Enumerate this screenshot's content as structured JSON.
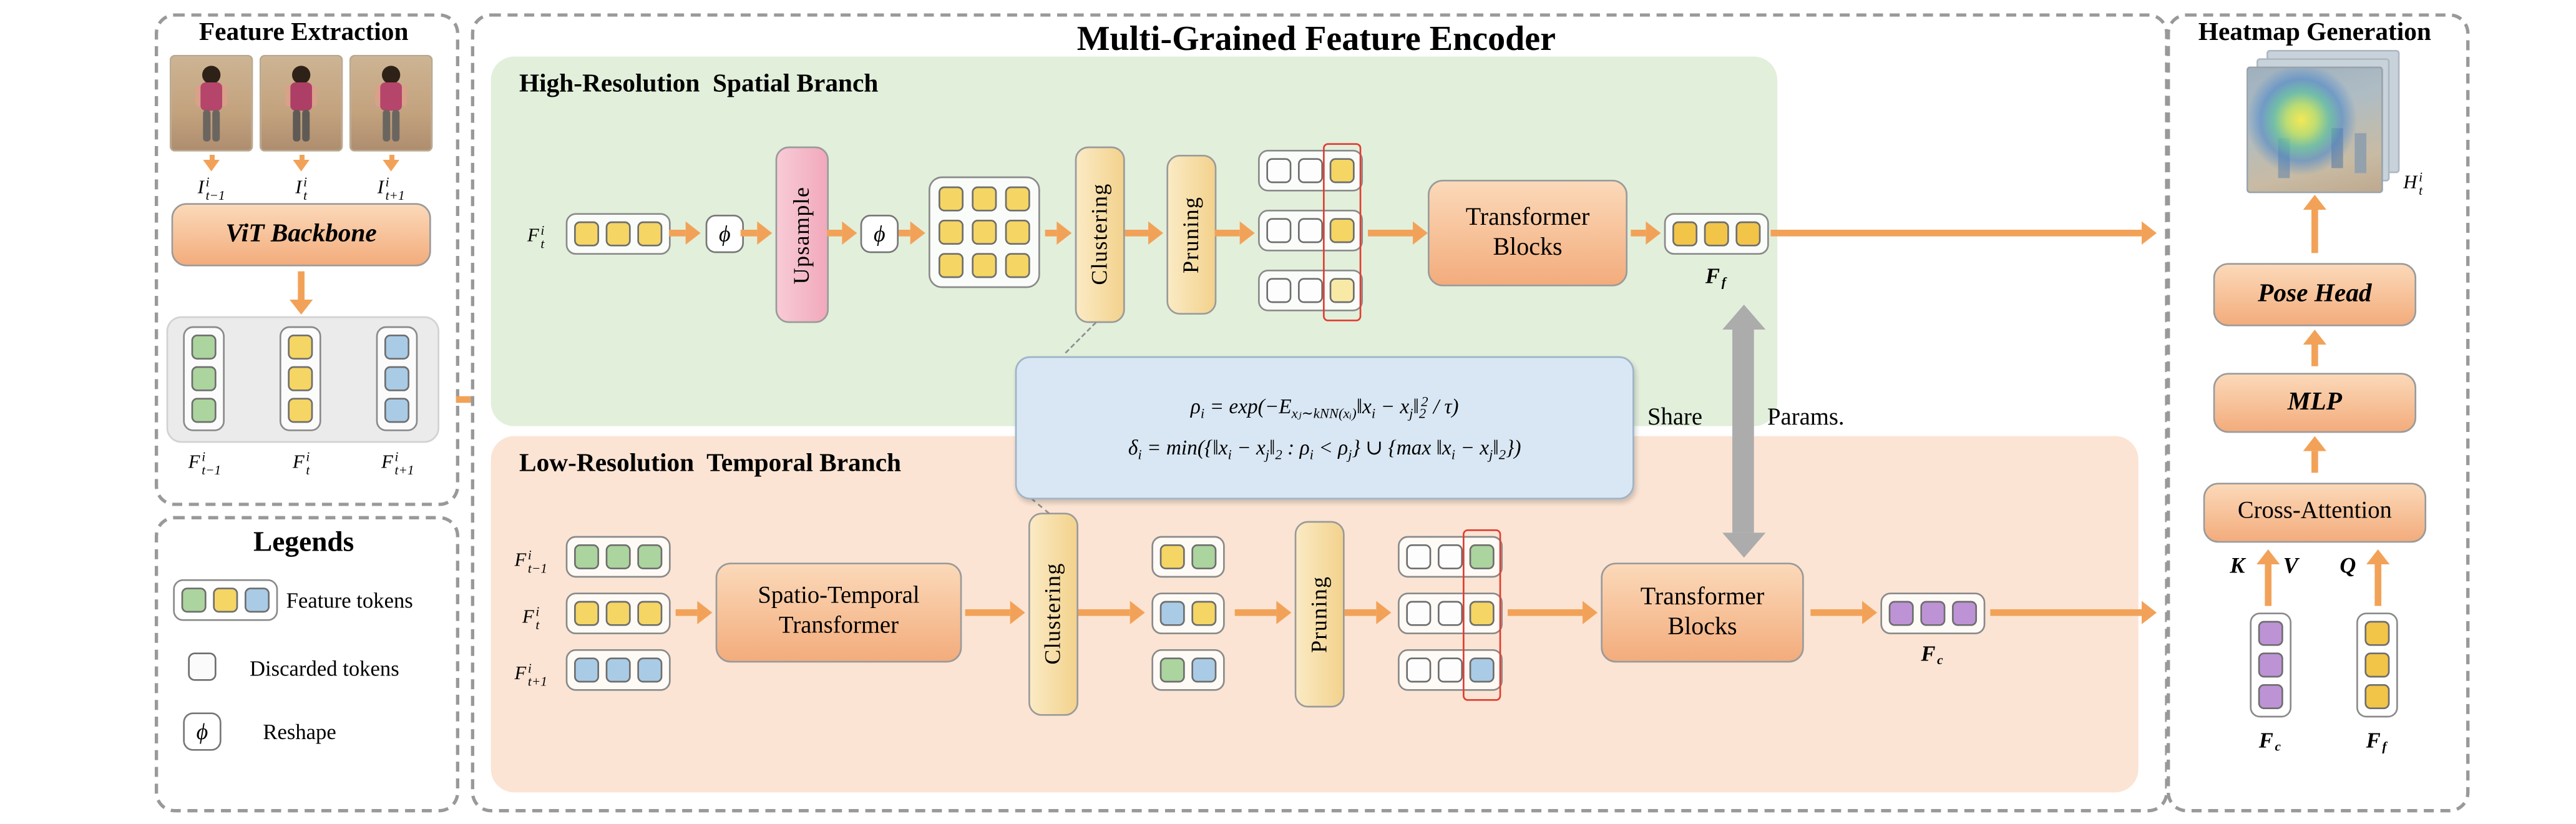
{
  "colors": {
    "green": "#ACD49E",
    "yellow": "#F5D563",
    "gold": "#F2C448",
    "paleyellow": "#F8E9A6",
    "blue": "#A9CBE6",
    "purple": "#BE93D6",
    "white": "#FDFDFD"
  },
  "fe": {
    "title": "Feature Extraction",
    "frame_labels": [
      {
        "base": "I",
        "sup": "i",
        "sub": "t−1"
      },
      {
        "base": "I",
        "sup": "i",
        "sub": "t"
      },
      {
        "base": "I",
        "sup": "i",
        "sub": "t+1"
      }
    ],
    "backbone": "ViT Backbone",
    "col_tokens": [
      [
        "green",
        "green",
        "green"
      ],
      [
        "yellow",
        "yellow",
        "yellow"
      ],
      [
        "blue",
        "blue",
        "blue"
      ]
    ],
    "col_labels": [
      {
        "base": "F",
        "sup": "i",
        "sub": "t−1"
      },
      {
        "base": "F",
        "sup": "i",
        "sub": "t"
      },
      {
        "base": "F",
        "sup": "i",
        "sub": "t+1"
      }
    ]
  },
  "legends": {
    "title": "Legends",
    "feature_tokens": [
      "green",
      "yellow",
      "blue"
    ],
    "feature_tokens_label": "Feature tokens",
    "discarded_label": "Discarded tokens",
    "phi": "ϕ",
    "reshape_label": "Reshape"
  },
  "encoder": {
    "title": "Multi-Grained Feature Encoder",
    "high": {
      "title": "High-Resolution  Spatial Branch",
      "input_label": {
        "base": "F",
        "sup": "i",
        "sub": "t"
      },
      "input_tokens": [
        "yellow",
        "yellow",
        "yellow"
      ],
      "phi": "ϕ",
      "upsample": "Upsample",
      "grid_tokens": [
        "yellow",
        "yellow",
        "yellow",
        "yellow",
        "yellow",
        "yellow",
        "yellow",
        "yellow",
        "yellow"
      ],
      "clustering": "Clustering",
      "pruning": "Pruning",
      "pruned_rows": [
        [
          "white",
          "white",
          "yellow"
        ],
        [
          "white",
          "white",
          "yellow"
        ],
        [
          "white",
          "white",
          "paleyellow"
        ]
      ],
      "transformer": "Transformer Blocks",
      "output_tokens": [
        "gold",
        "gold",
        "gold"
      ],
      "output_label": {
        "base": "F",
        "sub": "f"
      }
    },
    "low": {
      "title": "Low-Resolution  Temporal Branch",
      "input_labels": [
        {
          "base": "F",
          "sup": "i",
          "sub": "t−1"
        },
        {
          "base": "F",
          "sup": "i",
          "sub": "t"
        },
        {
          "base": "F",
          "sup": "i",
          "sub": "t+1"
        }
      ],
      "input_rows": [
        [
          "green",
          "green",
          "green"
        ],
        [
          "yellow",
          "yellow",
          "yellow"
        ],
        [
          "blue",
          "blue",
          "blue"
        ]
      ],
      "st_transformer": "Spatio-Temporal Transformer",
      "clustering": "Clustering",
      "clustered_rows": [
        [
          "yellow",
          "green"
        ],
        [
          "blue",
          "yellow"
        ],
        [
          "green",
          "blue"
        ]
      ],
      "pruning": "Pruning",
      "pruned_rows": [
        [
          "white",
          "white",
          "green"
        ],
        [
          "white",
          "white",
          "yellow"
        ],
        [
          "white",
          "white",
          "blue"
        ]
      ],
      "transformer": "Transformer Blocks",
      "output_tokens": [
        "purple",
        "purple",
        "purple"
      ],
      "output_label": {
        "base": "F",
        "sub": "c"
      }
    },
    "share": {
      "left": "Share",
      "right": "Params."
    },
    "formula": {
      "line1": [
        {
          "t": "ρ"
        },
        {
          "t": "i",
          "s": "sub"
        },
        {
          "t": " = exp(−E"
        },
        {
          "t": "xⱼ∼kNN(xᵢ)",
          "s": "sub"
        },
        {
          "t": "‖x"
        },
        {
          "t": "i",
          "s": "sub"
        },
        {
          "t": " − x"
        },
        {
          "t": "j",
          "s": "sub"
        },
        {
          "t": "‖"
        },
        {
          "t": "2",
          "s": "sub"
        },
        {
          "t": "2",
          "s": "sup"
        },
        {
          "t": " / τ)"
        }
      ],
      "line2": [
        {
          "t": "δ"
        },
        {
          "t": "i",
          "s": "sub"
        },
        {
          "t": " = min"
        },
        {
          "t": "({"
        },
        {
          "t": "‖x"
        },
        {
          "t": "i",
          "s": "sub"
        },
        {
          "t": " − x"
        },
        {
          "t": "j",
          "s": "sub"
        },
        {
          "t": "‖"
        },
        {
          "t": "2",
          "s": "sub"
        },
        {
          "t": " : ρ"
        },
        {
          "t": "i",
          "s": "sub"
        },
        {
          "t": " < ρ"
        },
        {
          "t": "j",
          "s": "sub"
        },
        {
          "t": "} ∪ {max ‖x"
        },
        {
          "t": "i",
          "s": "sub"
        },
        {
          "t": " − x"
        },
        {
          "t": "j",
          "s": "sub"
        },
        {
          "t": "‖"
        },
        {
          "t": "2",
          "s": "sub"
        },
        {
          "t": "})"
        }
      ]
    }
  },
  "hg": {
    "title": "Heatmap Generation",
    "heatmap_label": {
      "base": "H",
      "sup": "i",
      "sub": "t"
    },
    "pose_head": "Pose Head",
    "mlp": "MLP",
    "cross_attention": "Cross-Attention",
    "k": "K",
    "v": "V",
    "q": "Q",
    "fc_tokens": [
      "purple",
      "purple",
      "purple"
    ],
    "ff_tokens": [
      "gold",
      "gold",
      "gold"
    ],
    "fc_label": {
      "base": "F",
      "sub": "c"
    },
    "ff_label": {
      "base": "F",
      "sub": "f"
    }
  }
}
